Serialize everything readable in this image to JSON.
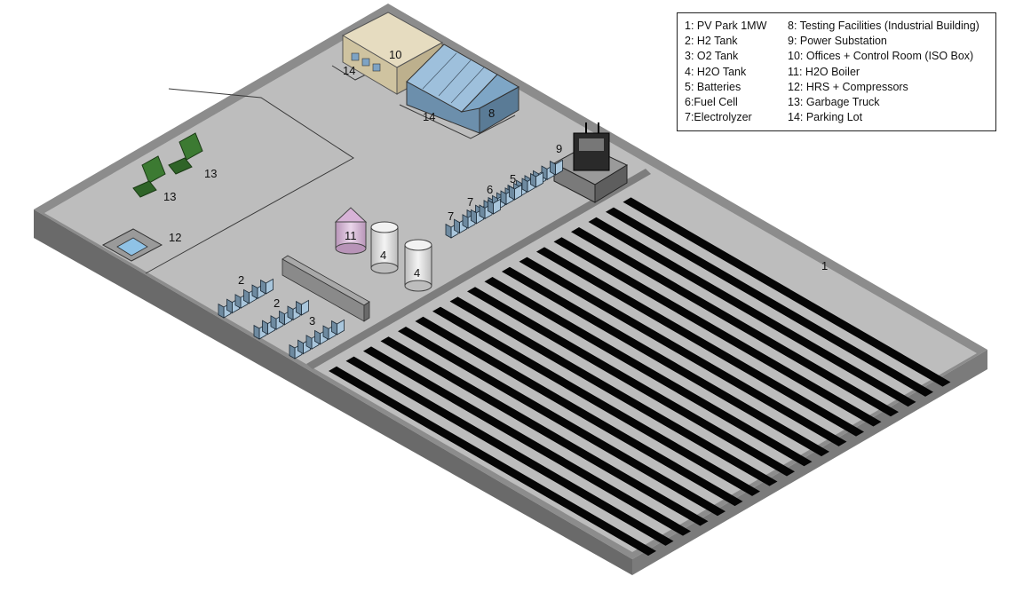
{
  "legend": {
    "left": [
      "1: PV Park 1MW",
      "2: H2 Tank",
      "3: O2 Tank",
      "4: H2O Tank",
      "5: Batteries",
      "6:Fuel Cell",
      "7:Electrolyzer"
    ],
    "right": [
      "8: Testing Facilities (Industrial Building)",
      "9: Power Substation",
      "10: Offices + Control Room (ISO Box)",
      "11: H2O Boiler",
      "12: HRS + Compressors",
      "13: Garbage Truck",
      "14: Parking Lot"
    ]
  },
  "callouts": {
    "pv_park": "1",
    "h2_tank_a": "2",
    "h2_tank_b": "2",
    "o2_tank": "3",
    "h2o_tank_a": "4",
    "h2o_tank_b": "4",
    "batteries": "5",
    "fuel_cell": "6",
    "electrolyzer_a": "7",
    "electrolyzer_b": "7",
    "testing_facility": "8",
    "substation": "9",
    "offices": "10",
    "boiler": "11",
    "hrs": "12",
    "truck_a": "13",
    "truck_b": "13",
    "parking_a": "14",
    "parking_b": "14"
  },
  "colors": {
    "ground": "#bdbdbd",
    "wall": "#8f8f8f",
    "panel": "#050505",
    "equipment": "#a9c6dc",
    "building_roof": "#8fb7d6",
    "office": "#e0d6b6",
    "truck": "#3c7a32",
    "boiler": "#d8b8d8"
  }
}
